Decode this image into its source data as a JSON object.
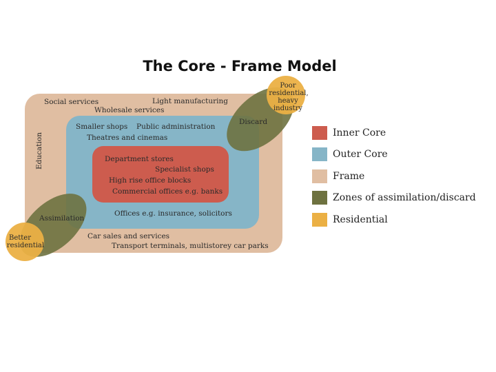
{
  "title": "The Core - Frame Model",
  "colors": {
    "inner_core": "#cd5c4e",
    "outer_core": "#86b5c7",
    "frame": "#e0bea2",
    "assimilation_discard": "#6e7240",
    "residential": "#ebb044"
  },
  "frame_labels": {
    "social_services": "Social services",
    "light_manufacturing": "Light manufacturing",
    "wholesale_services": "Wholesale services",
    "education": "Education",
    "car_sales": "Car sales and services",
    "transport": "Transport terminals, multistorey car parks"
  },
  "outer_core_labels": {
    "smaller_shops": "Smaller shops",
    "public_administration": "Public administration",
    "theatres": "Theatres and cinemas",
    "offices": "Offices e.g. insurance, solicitors"
  },
  "inner_core_labels": {
    "department_stores": "Department stores",
    "specialist_shops": "Specialist shops",
    "high_rise": "High rise office blocks",
    "commercial_offices": "Commercial offices e.g. banks"
  },
  "zone_labels": {
    "discard": "Discard",
    "assimilation": "Assimilation"
  },
  "residential_labels": {
    "poor_line1": "Poor",
    "poor_line2": "residential,",
    "poor_line3": "heavy",
    "poor_line4": "industry",
    "better_line1": "Better",
    "better_line2": "residential"
  },
  "legend": [
    {
      "label": "Inner Core",
      "color": "#cd5c4e"
    },
    {
      "label": "Outer Core",
      "color": "#86b5c7"
    },
    {
      "label": "Frame",
      "color": "#e0bea2"
    },
    {
      "label": "Zones of assimilation/discard",
      "color": "#6e7240"
    },
    {
      "label": "Residential",
      "color": "#ebb044"
    }
  ]
}
